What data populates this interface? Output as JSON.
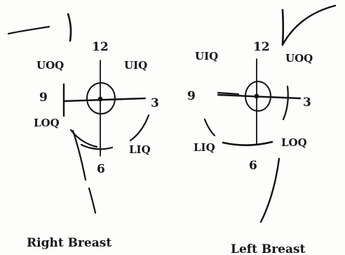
{
  "colors": {
    "ink": "#121212",
    "paper": "#fdfdfc"
  },
  "right_breast": {
    "caption": "Right Breast",
    "clock": {
      "twelve": "12",
      "three": "3",
      "six": "6",
      "nine": "9"
    },
    "quadrants": {
      "uoq": "UOQ",
      "uiq": "UIQ",
      "loq": "LOQ",
      "liq": "LIQ"
    }
  },
  "left_breast": {
    "caption": "Left Breast",
    "clock": {
      "twelve": "12",
      "three": "3",
      "six": "6",
      "nine": "9"
    },
    "quadrants": {
      "uiq": "UIQ",
      "uoq": "UOQ",
      "liq": "LIQ",
      "loq": "LOQ"
    }
  }
}
